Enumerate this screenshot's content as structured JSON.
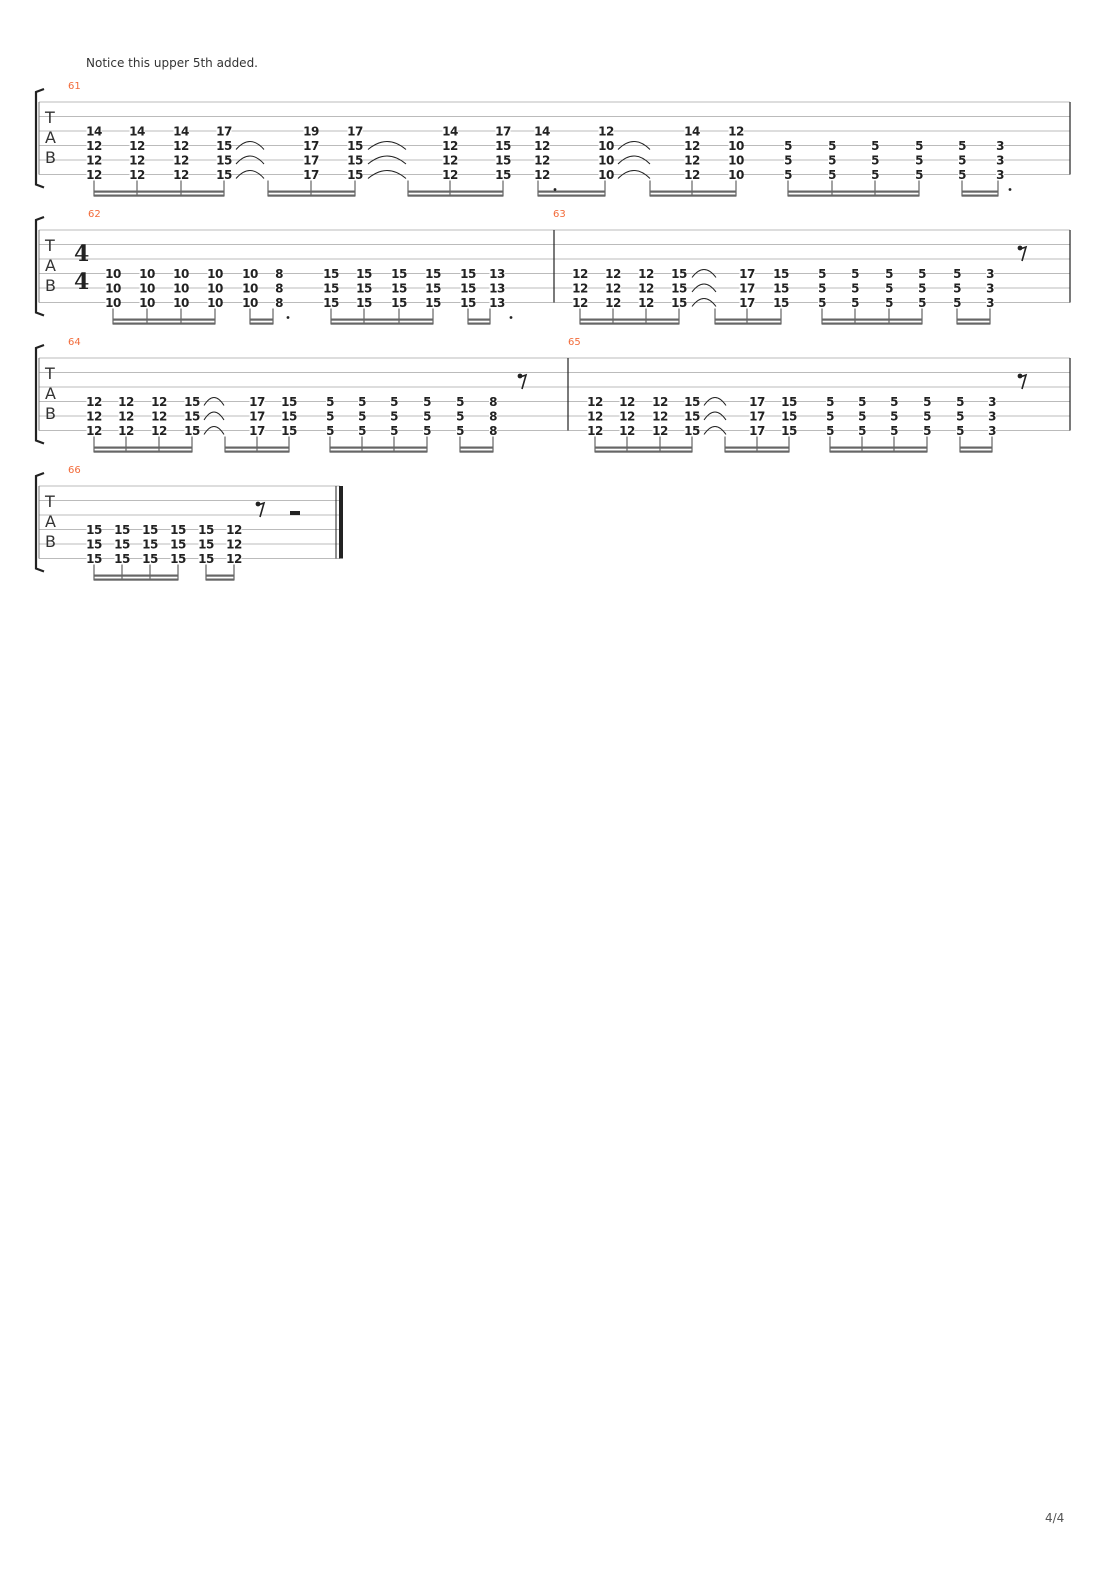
{
  "header_note": "Notice this upper 5th added.",
  "page_number": "4/4",
  "tab_clef": [
    "T",
    "A",
    "B"
  ],
  "time_signature": {
    "numerator": "4",
    "denominator": "4",
    "measure": "62"
  },
  "systems": [
    {
      "measures": [
        {
          "number": "61",
          "beats": [
            [
              "",
              "",
              "14",
              "12",
              "12",
              "12"
            ],
            [
              "",
              "",
              "14",
              "12",
              "12",
              "12"
            ],
            [
              "",
              "",
              "14",
              "12",
              "12",
              "12"
            ],
            [
              "",
              "",
              "17",
              "15",
              "15",
              "15"
            ],
            [
              "",
              "",
              "19",
              "17",
              "17",
              "17"
            ],
            [
              "",
              "",
              "17",
              "15",
              "15",
              "15"
            ],
            [
              "",
              "",
              "14",
              "12",
              "12",
              "12"
            ],
            [
              "",
              "",
              "17",
              "15",
              "15",
              "15"
            ],
            [
              "",
              "",
              "14",
              "12",
              "12",
              "12"
            ],
            [
              "",
              "",
              "12",
              "10",
              "10",
              "10"
            ],
            [
              "",
              "",
              "14",
              "12",
              "12",
              "12"
            ],
            [
              "",
              "",
              "12",
              "10",
              "10",
              "10"
            ],
            [
              "",
              "",
              "",
              "5",
              "5",
              "5"
            ],
            [
              "",
              "",
              "",
              "5",
              "5",
              "5"
            ],
            [
              "",
              "",
              "",
              "5",
              "5",
              "5"
            ],
            [
              "",
              "",
              "",
              "5",
              "5",
              "5"
            ],
            [
              "",
              "",
              "",
              "5",
              "5",
              "5"
            ],
            [
              "",
              "",
              "",
              "3",
              "3",
              "3"
            ]
          ],
          "rests": []
        }
      ]
    },
    {
      "measures": [
        {
          "number": "62",
          "beats": [
            [
              "",
              "",
              "",
              "10",
              "10",
              "10"
            ],
            [
              "",
              "",
              "",
              "10",
              "10",
              "10"
            ],
            [
              "",
              "",
              "",
              "10",
              "10",
              "10"
            ],
            [
              "",
              "",
              "",
              "10",
              "10",
              "10"
            ],
            [
              "",
              "",
              "",
              "10",
              "10",
              "10"
            ],
            [
              "",
              "",
              "",
              "8",
              "8",
              "8"
            ],
            [
              "",
              "",
              "",
              "15",
              "15",
              "15"
            ],
            [
              "",
              "",
              "",
              "15",
              "15",
              "15"
            ],
            [
              "",
              "",
              "",
              "15",
              "15",
              "15"
            ],
            [
              "",
              "",
              "",
              "15",
              "15",
              "15"
            ],
            [
              "",
              "",
              "",
              "15",
              "15",
              "15"
            ],
            [
              "",
              "",
              "",
              "13",
              "13",
              "13"
            ]
          ],
          "rests": []
        },
        {
          "number": "63",
          "beats": [
            [
              "",
              "",
              "",
              "12",
              "12",
              "12"
            ],
            [
              "",
              "",
              "",
              "12",
              "12",
              "12"
            ],
            [
              "",
              "",
              "",
              "12",
              "12",
              "12"
            ],
            [
              "",
              "",
              "",
              "15",
              "15",
              "15"
            ],
            [
              "",
              "",
              "",
              "17",
              "17",
              "17"
            ],
            [
              "",
              "",
              "",
              "15",
              "15",
              "15"
            ],
            [
              "",
              "",
              "",
              "5",
              "5",
              "5"
            ],
            [
              "",
              "",
              "",
              "5",
              "5",
              "5"
            ],
            [
              "",
              "",
              "",
              "5",
              "5",
              "5"
            ],
            [
              "",
              "",
              "",
              "5",
              "5",
              "5"
            ],
            [
              "",
              "",
              "",
              "5",
              "5",
              "5"
            ],
            [
              "",
              "",
              "",
              "3",
              "3",
              "3"
            ]
          ],
          "rests": [
            "eighth"
          ]
        }
      ]
    },
    {
      "measures": [
        {
          "number": "64",
          "beats": [
            [
              "",
              "",
              "",
              "12",
              "12",
              "12"
            ],
            [
              "",
              "",
              "",
              "12",
              "12",
              "12"
            ],
            [
              "",
              "",
              "",
              "12",
              "12",
              "12"
            ],
            [
              "",
              "",
              "",
              "15",
              "15",
              "15"
            ],
            [
              "",
              "",
              "",
              "17",
              "17",
              "17"
            ],
            [
              "",
              "",
              "",
              "15",
              "15",
              "15"
            ],
            [
              "",
              "",
              "",
              "5",
              "5",
              "5"
            ],
            [
              "",
              "",
              "",
              "5",
              "5",
              "5"
            ],
            [
              "",
              "",
              "",
              "5",
              "5",
              "5"
            ],
            [
              "",
              "",
              "",
              "5",
              "5",
              "5"
            ],
            [
              "",
              "",
              "",
              "5",
              "5",
              "5"
            ],
            [
              "",
              "",
              "",
              "8",
              "8",
              "8"
            ]
          ],
          "rests": [
            "eighth"
          ]
        },
        {
          "number": "65",
          "beats": [
            [
              "",
              "",
              "",
              "12",
              "12",
              "12"
            ],
            [
              "",
              "",
              "",
              "12",
              "12",
              "12"
            ],
            [
              "",
              "",
              "",
              "12",
              "12",
              "12"
            ],
            [
              "",
              "",
              "",
              "15",
              "15",
              "15"
            ],
            [
              "",
              "",
              "",
              "17",
              "17",
              "17"
            ],
            [
              "",
              "",
              "",
              "15",
              "15",
              "15"
            ],
            [
              "",
              "",
              "",
              "5",
              "5",
              "5"
            ],
            [
              "",
              "",
              "",
              "5",
              "5",
              "5"
            ],
            [
              "",
              "",
              "",
              "5",
              "5",
              "5"
            ],
            [
              "",
              "",
              "",
              "5",
              "5",
              "5"
            ],
            [
              "",
              "",
              "",
              "5",
              "5",
              "5"
            ],
            [
              "",
              "",
              "",
              "3",
              "3",
              "3"
            ]
          ],
          "rests": [
            "eighth"
          ]
        }
      ]
    },
    {
      "measures": [
        {
          "number": "66",
          "beats": [
            [
              "",
              "",
              "",
              "15",
              "15",
              "15"
            ],
            [
              "",
              "",
              "",
              "15",
              "15",
              "15"
            ],
            [
              "",
              "",
              "",
              "15",
              "15",
              "15"
            ],
            [
              "",
              "",
              "",
              "15",
              "15",
              "15"
            ],
            [
              "",
              "",
              "",
              "15",
              "15",
              "15"
            ],
            [
              "",
              "",
              "",
              "12",
              "12",
              "12"
            ]
          ],
          "rests": [
            "eighth",
            "half"
          ]
        }
      ]
    }
  ]
}
